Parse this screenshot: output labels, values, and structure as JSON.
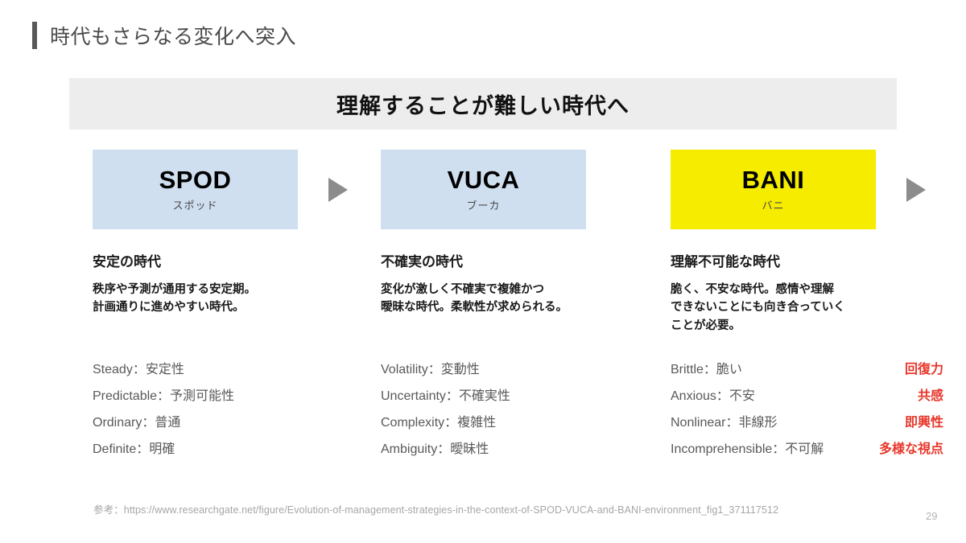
{
  "slide": {
    "title": "時代もさらなる変化へ突入",
    "page_number": "29",
    "accent_color": "#595959"
  },
  "banner": {
    "text": "理解することが難しい時代へ",
    "background": "#ededed"
  },
  "arrows": {
    "icon": "triangle-right-icon",
    "color": "#8c8c8c"
  },
  "columns": [
    {
      "acronym": "SPOD",
      "kana": "スポッド",
      "box_color": "#cfdff0",
      "era_heading": "安定の時代",
      "era_description": "秩序や予測が通用する安定期。\n計画通りに進めやすい時代。",
      "terms": [
        "Steady：安定性",
        "Predictable：予測可能性",
        "Ordinary：普通",
        "Definite：明確"
      ],
      "annotations": []
    },
    {
      "acronym": "VUCA",
      "kana": "ブーカ",
      "box_color": "#cfdff0",
      "era_heading": "不確実の時代",
      "era_description": "変化が激しく不確実で複雑かつ\n曖昧な時代。柔軟性が求められる。",
      "terms": [
        "Volatility：変動性",
        "Uncertainty：不確実性",
        "Complexity：複雑性",
        "Ambiguity：曖昧性"
      ],
      "annotations": []
    },
    {
      "acronym": "BANI",
      "kana": "バニ",
      "box_color": "#f5ec00",
      "era_heading": "理解不可能な時代",
      "era_description": "脆く、不安な時代。感情や理解\nできないことにも向き合っていく\nことが必要。",
      "terms": [
        "Brittle：脆い",
        "Anxious：不安",
        "Nonlinear：非線形",
        "Incomprehensible：不可解"
      ],
      "annotations": [
        "回復力",
        "共感",
        "即興性",
        "多様な視点"
      ],
      "annotation_color": "#e8362a"
    }
  ],
  "footer": {
    "source": "参考：https://www.researchgate.net/figure/Evolution-of-management-strategies-in-the-context-of-SPOD-VUCA-and-BANI-environment_fig1_371117512"
  }
}
